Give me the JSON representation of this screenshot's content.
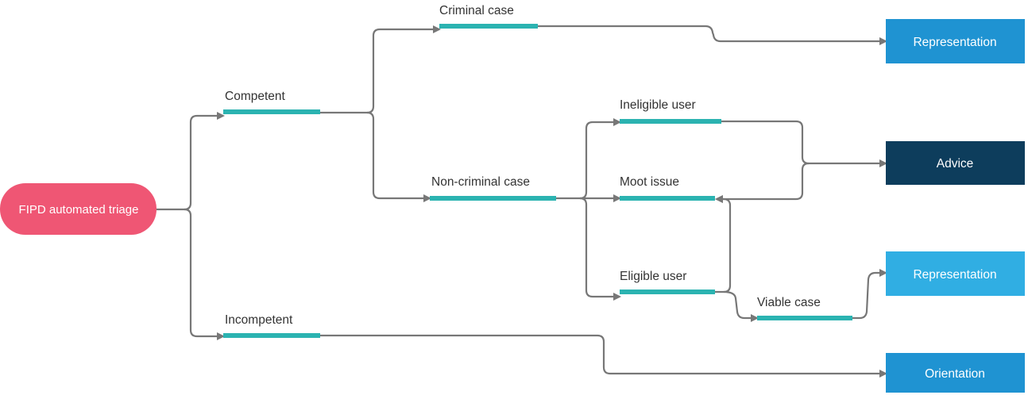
{
  "start": {
    "label": "FIPD automated triage",
    "color": "#ef5674"
  },
  "branches": {
    "competent": "Competent",
    "incompetent": "Incompetent",
    "criminal_case": "Criminal case",
    "non_criminal_case": "Non-criminal case",
    "ineligible_user": "Ineligible user",
    "moot_issue": "Moot issue",
    "eligible_user": "Eligible user",
    "viable_case": "Viable case"
  },
  "outcomes": {
    "representation_criminal": {
      "label": "Representation",
      "color": "#1f93d2"
    },
    "advice": {
      "label": "Advice",
      "color": "#0d3d5c"
    },
    "representation_viable": {
      "label": "Representation",
      "color": "#30aee3"
    },
    "orientation": {
      "label": "Orientation",
      "color": "#1f93d2"
    }
  },
  "colors": {
    "branch_bar": "#2bb3b1",
    "connector": "#777777"
  }
}
